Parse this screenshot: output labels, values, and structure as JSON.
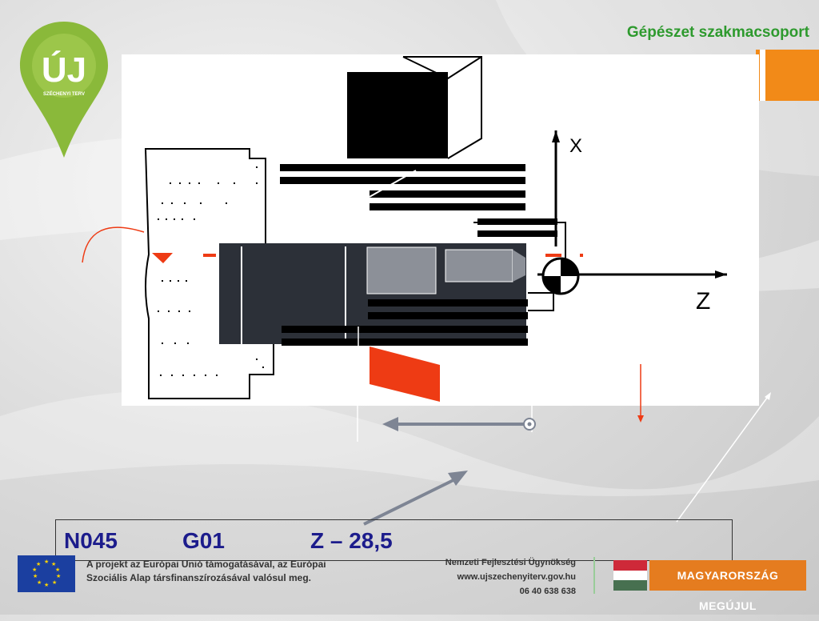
{
  "header": {
    "title": "Gépészet szakmacsoport"
  },
  "badge": {
    "logo_text": "ÚJ",
    "logo_subtitle": "SZÉCHENYI TERV"
  },
  "diagram": {
    "axis_x_label": "X",
    "axis_z_label": "Z"
  },
  "code_line": {
    "block": "N045",
    "command": "G01",
    "coordinate": "Z – 28,5"
  },
  "footer": {
    "eu_line1": "A projekt az Európai Unió támogatásával, az Európai",
    "eu_line2": "Szociális Alap társfinanszírozásával valósul meg.",
    "agency": "Nemzeti Fejlesztési Ügynökség",
    "website": "www.ujszechenyiterv.gov.hu",
    "phone": "06 40 638 638",
    "slogan": "MAGYARORSZÁG MEGÚJUL"
  },
  "colors": {
    "accent_orange": "#f28a18",
    "title_green": "#2e9a2e",
    "code_blue": "#1c1c8c",
    "marker_red": "#ee3b14"
  }
}
